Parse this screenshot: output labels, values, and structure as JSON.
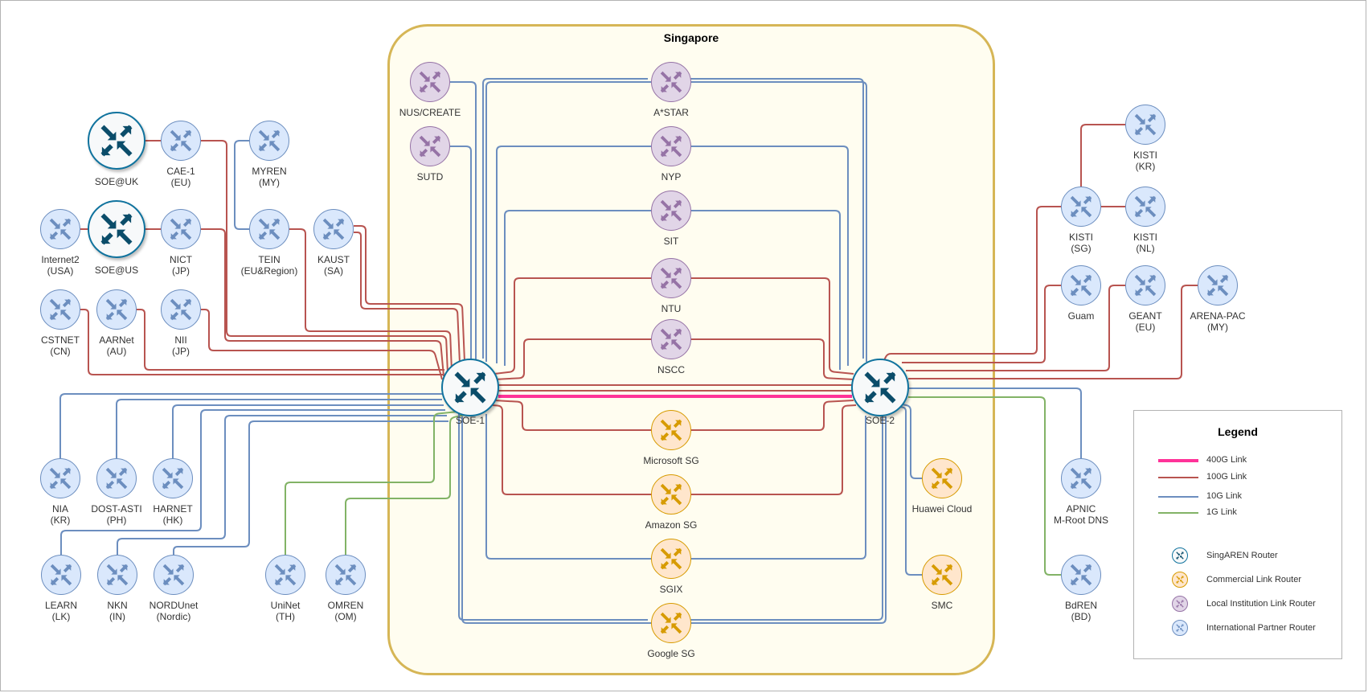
{
  "region": {
    "title": "Singapore"
  },
  "colors": {
    "link_400g": "#ff3399",
    "link_100g": "#b85450",
    "link_10g": "#6c8ebf",
    "link_1g": "#82b366",
    "core_arrow": "#0b4d6a",
    "intl_arrow": "#6c8ebf",
    "local_arrow": "#9673a6",
    "comm_arrow": "#d79b00"
  },
  "nodes": [
    {
      "id": "soe_uk",
      "type": "core",
      "label": "SOE@UK"
    },
    {
      "id": "soe_us",
      "type": "core",
      "label": "SOE@US"
    },
    {
      "id": "soe1",
      "type": "core",
      "label": "SOE-1"
    },
    {
      "id": "soe2",
      "type": "core",
      "label": "SOE-2"
    },
    {
      "id": "cae1",
      "type": "intl",
      "label": "CAE-1\n(EU)"
    },
    {
      "id": "myren",
      "type": "intl",
      "label": "MYREN\n(MY)"
    },
    {
      "id": "internet2",
      "type": "intl",
      "label": "Internet2\n(USA)"
    },
    {
      "id": "nict",
      "type": "intl",
      "label": "NICT\n(JP)"
    },
    {
      "id": "tein",
      "type": "intl",
      "label": "TEIN\n(EU&Region)"
    },
    {
      "id": "kaust",
      "type": "intl",
      "label": "KAUST\n(SA)"
    },
    {
      "id": "cstnet",
      "type": "intl",
      "label": "CSTNET\n(CN)"
    },
    {
      "id": "aarnet",
      "type": "intl",
      "label": "AARNet\n(AU)"
    },
    {
      "id": "nii",
      "type": "intl",
      "label": "NII\n(JP)"
    },
    {
      "id": "nia",
      "type": "intl",
      "label": "NIA\n(KR)"
    },
    {
      "id": "dost",
      "type": "intl",
      "label": "DOST-ASTI\n(PH)"
    },
    {
      "id": "harnet",
      "type": "intl",
      "label": "HARNET\n(HK)"
    },
    {
      "id": "learn",
      "type": "intl",
      "label": "LEARN\n(LK)"
    },
    {
      "id": "nkn",
      "type": "intl",
      "label": "NKN\n(IN)"
    },
    {
      "id": "nordunet",
      "type": "intl",
      "label": "NORDUnet\n(Nordic)"
    },
    {
      "id": "uninet",
      "type": "intl",
      "label": "UniNet\n(TH)"
    },
    {
      "id": "omren",
      "type": "intl",
      "label": "OMREN\n(OM)"
    },
    {
      "id": "kisti_kr",
      "type": "intl",
      "label": "KISTI\n(KR)"
    },
    {
      "id": "kisti_sg",
      "type": "intl",
      "label": "KISTI\n(SG)"
    },
    {
      "id": "kisti_nl",
      "type": "intl",
      "label": "KISTI\n(NL)"
    },
    {
      "id": "guam",
      "type": "intl",
      "label": "Guam"
    },
    {
      "id": "geant",
      "type": "intl",
      "label": "GEANT\n(EU)"
    },
    {
      "id": "arena",
      "type": "intl",
      "label": "ARENA-PAC\n(MY)"
    },
    {
      "id": "apnic",
      "type": "intl",
      "label": "APNIC\nM-Root DNS"
    },
    {
      "id": "bdren",
      "type": "intl",
      "label": "BdREN\n(BD)"
    },
    {
      "id": "nus",
      "type": "local",
      "label": "NUS/CREATE"
    },
    {
      "id": "sutd",
      "type": "local",
      "label": "SUTD"
    },
    {
      "id": "astar",
      "type": "local",
      "label": "A*STAR"
    },
    {
      "id": "nyp",
      "type": "local",
      "label": "NYP"
    },
    {
      "id": "sit",
      "type": "local",
      "label": "SIT"
    },
    {
      "id": "ntu",
      "type": "local",
      "label": "NTU"
    },
    {
      "id": "nscc",
      "type": "local",
      "label": "NSCC"
    },
    {
      "id": "msft",
      "type": "comm",
      "label": "Microsoft SG"
    },
    {
      "id": "amazon",
      "type": "comm",
      "label": "Amazon SG"
    },
    {
      "id": "sgix",
      "type": "comm",
      "label": "SGIX"
    },
    {
      "id": "google",
      "type": "comm",
      "label": "Google SG"
    },
    {
      "id": "huawei",
      "type": "comm",
      "label": "Huawei Cloud"
    },
    {
      "id": "smc",
      "type": "comm",
      "label": "SMC"
    }
  ],
  "links": [
    {
      "from": "soe1",
      "to": "soe2",
      "speed": "400G"
    },
    {
      "from": "soe1",
      "to": "soe2",
      "speed": "100G"
    },
    {
      "from": "soe1",
      "to": "soe2",
      "speed": "100G"
    },
    {
      "from": "soe_uk",
      "to": "cae1",
      "speed": "100G"
    },
    {
      "from": "cae1",
      "to": "soe1",
      "speed": "100G"
    },
    {
      "from": "internet2",
      "to": "soe_us",
      "speed": "100G"
    },
    {
      "from": "soe_us",
      "to": "nict",
      "speed": "100G"
    },
    {
      "from": "nict",
      "to": "soe1",
      "speed": "100G"
    },
    {
      "from": "myren",
      "to": "tein",
      "speed": "10G"
    },
    {
      "from": "tein",
      "to": "soe1",
      "speed": "100G"
    },
    {
      "from": "kaust",
      "to": "soe1",
      "speed": "100G"
    },
    {
      "from": "kaust",
      "to": "soe1",
      "speed": "100G"
    },
    {
      "from": "cstnet",
      "to": "soe1",
      "speed": "100G"
    },
    {
      "from": "aarnet",
      "to": "soe1",
      "speed": "100G"
    },
    {
      "from": "nii",
      "to": "soe1",
      "speed": "100G"
    },
    {
      "from": "nia",
      "to": "soe1",
      "speed": "10G"
    },
    {
      "from": "dost",
      "to": "soe1",
      "speed": "10G"
    },
    {
      "from": "harnet",
      "to": "soe1",
      "speed": "10G"
    },
    {
      "from": "learn",
      "to": "soe1",
      "speed": "10G"
    },
    {
      "from": "nkn",
      "to": "soe1",
      "speed": "10G"
    },
    {
      "from": "nordunet",
      "to": "soe1",
      "speed": "10G"
    },
    {
      "from": "uninet",
      "to": "soe1",
      "speed": "1G"
    },
    {
      "from": "omren",
      "to": "soe1",
      "speed": "1G"
    },
    {
      "from": "nus",
      "to": "soe1",
      "speed": "10G"
    },
    {
      "from": "sutd",
      "to": "soe1",
      "speed": "10G"
    },
    {
      "from": "astar",
      "to": "soe1",
      "speed": "10G"
    },
    {
      "from": "astar",
      "to": "soe2",
      "speed": "10G"
    },
    {
      "from": "nyp",
      "to": "soe1",
      "speed": "10G"
    },
    {
      "from": "nyp",
      "to": "soe2",
      "speed": "10G"
    },
    {
      "from": "sit",
      "to": "soe1",
      "speed": "10G"
    },
    {
      "from": "sit",
      "to": "soe2",
      "speed": "10G"
    },
    {
      "from": "ntu",
      "to": "soe1",
      "speed": "100G"
    },
    {
      "from": "ntu",
      "to": "soe2",
      "speed": "100G"
    },
    {
      "from": "nscc",
      "to": "soe1",
      "speed": "100G"
    },
    {
      "from": "nscc",
      "to": "soe2",
      "speed": "100G"
    },
    {
      "from": "msft",
      "to": "soe1",
      "speed": "100G"
    },
    {
      "from": "msft",
      "to": "soe2",
      "speed": "100G"
    },
    {
      "from": "amazon",
      "to": "soe1",
      "speed": "100G"
    },
    {
      "from": "amazon",
      "to": "soe2",
      "speed": "100G"
    },
    {
      "from": "sgix",
      "to": "soe1",
      "speed": "10G"
    },
    {
      "from": "sgix",
      "to": "soe2",
      "speed": "10G"
    },
    {
      "from": "google",
      "to": "soe1",
      "speed": "10G"
    },
    {
      "from": "google",
      "to": "soe2",
      "speed": "10G"
    },
    {
      "from": "huawei",
      "to": "soe2",
      "speed": "10G"
    },
    {
      "from": "smc",
      "to": "soe2",
      "speed": "10G"
    },
    {
      "from": "kisti_kr",
      "to": "kisti_sg",
      "speed": "100G"
    },
    {
      "from": "kisti_nl",
      "to": "kisti_sg",
      "speed": "100G"
    },
    {
      "from": "kisti_sg",
      "to": "soe2",
      "speed": "100G"
    },
    {
      "from": "guam",
      "to": "soe2",
      "speed": "100G"
    },
    {
      "from": "geant",
      "to": "soe2",
      "speed": "100G"
    },
    {
      "from": "arena",
      "to": "soe2",
      "speed": "100G"
    },
    {
      "from": "apnic",
      "to": "soe2",
      "speed": "10G"
    },
    {
      "from": "bdren",
      "to": "soe2",
      "speed": "1G"
    }
  ],
  "legend": {
    "title": "Legend",
    "links": [
      {
        "speed": "400G",
        "label": "400G Link"
      },
      {
        "speed": "100G",
        "label": "100G Link"
      },
      {
        "speed": "10G",
        "label": "10G Link"
      },
      {
        "speed": "1G",
        "label": "1G Link"
      }
    ],
    "routers": [
      {
        "type": "core",
        "label": "SingAREN Router"
      },
      {
        "type": "comm",
        "label": "Commercial Link Router"
      },
      {
        "type": "local",
        "label": "Local Institution Link Router"
      },
      {
        "type": "intl",
        "label": "International Partner Router"
      }
    ]
  }
}
